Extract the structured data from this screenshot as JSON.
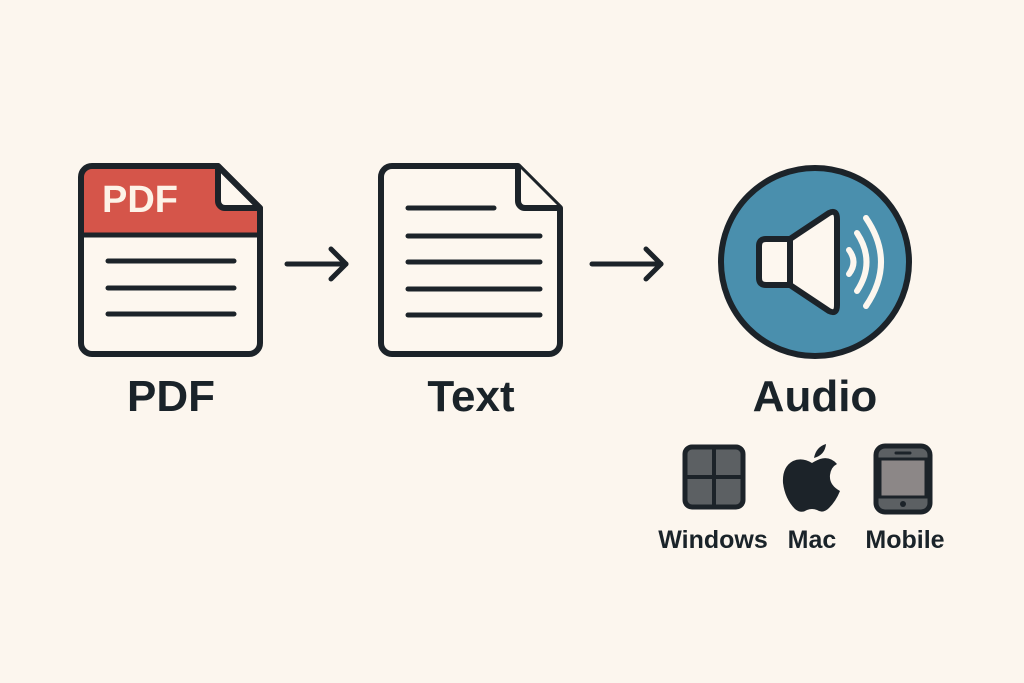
{
  "steps": [
    {
      "label": "PDF",
      "icon": "pdf-file-icon",
      "badge": "PDF"
    },
    {
      "label": "Text",
      "icon": "text-document-icon"
    },
    {
      "label": "Audio",
      "icon": "speaker-icon"
    }
  ],
  "arrows": [
    "arrow-right-icon",
    "arrow-right-icon"
  ],
  "platforms": [
    {
      "label": "Windows",
      "icon": "windows-icon"
    },
    {
      "label": "Mac",
      "icon": "apple-icon"
    },
    {
      "label": "Mobile",
      "icon": "mobile-icon"
    }
  ],
  "colors": {
    "background": "#fcf6ee",
    "ink": "#1c2329",
    "pdf_red": "#d5554a",
    "audio_blue": "#4a8fad",
    "platform_gray": "#5c6063"
  }
}
